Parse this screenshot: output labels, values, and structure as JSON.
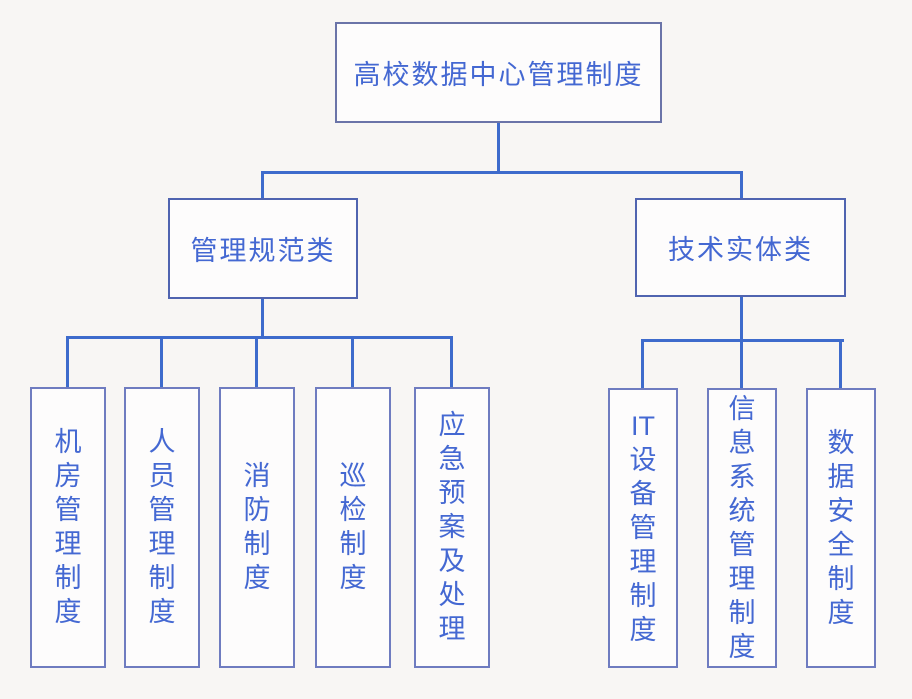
{
  "diagram": {
    "colors": {
      "bg": "#f8f6f4",
      "fill": "#fdfcfc",
      "text": "#4468d2",
      "line": "#3e6bcc",
      "border_root": "#6b74a8",
      "border_branch": "#5064b0",
      "border_leaf": "#6f7cc0"
    },
    "root": {
      "label": "高校数据中心管理制度"
    },
    "branches": [
      {
        "label": "管理规范类",
        "children": [
          "机房管理制度",
          "人员管理制度",
          "消防制度",
          "巡检制度",
          "应急预案及处理"
        ]
      },
      {
        "label": "技术实体类",
        "children": [
          "IT设备管理制度",
          "信息系统管理制度",
          "数据安全制度"
        ]
      }
    ]
  }
}
